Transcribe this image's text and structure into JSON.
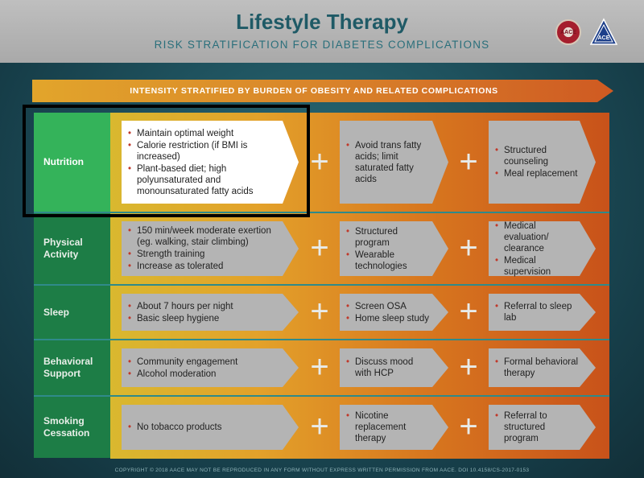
{
  "header": {
    "title": "Lifestyle Therapy",
    "subtitle": "RISK STRATIFICATION FOR DIABETES COMPLICATIONS",
    "logo_aace": "AACE",
    "logo_ace": "ACE"
  },
  "banner": "INTENSITY STRATIFIED BY BURDEN OF OBESITY AND RELATED COMPLICATIONS",
  "rows": [
    {
      "label": "Nutrition",
      "col1": [
        "Maintain optimal weight",
        "Calorie restriction (if BMI is increased)",
        "Plant-based diet; high polyunsaturated and monounsaturated fatty acids"
      ],
      "col2": [
        "Avoid trans fatty acids; limit saturated fatty acids"
      ],
      "col3": [
        "Structured counseling",
        "Meal replacement"
      ]
    },
    {
      "label": "Physical Activity",
      "col1": [
        "150 min/week moderate exertion (eg. walking, stair climbing)",
        "Strength training",
        "Increase as tolerated"
      ],
      "col2": [
        "Structured program",
        "Wearable technologies"
      ],
      "col3": [
        "Medical evaluation/ clearance",
        "Medical supervision"
      ]
    },
    {
      "label": "Sleep",
      "col1": [
        "About 7 hours per night",
        "Basic sleep hygiene"
      ],
      "col2": [
        "Screen OSA",
        "Home sleep study"
      ],
      "col3": [
        "Referral to sleep lab"
      ]
    },
    {
      "label": "Behavioral Support",
      "col1": [
        "Community engagement",
        "Alcohol moderation"
      ],
      "col2": [
        "Discuss mood with HCP"
      ],
      "col3": [
        "Formal behavioral therapy"
      ]
    },
    {
      "label": "Smoking Cessation",
      "col1": [
        "No tobacco products"
      ],
      "col2": [
        "Nicotine replacement therapy"
      ],
      "col3": [
        "Referral to structured program"
      ]
    }
  ],
  "plus_symbol": "+",
  "footer": "COPYRIGHT © 2018 AACE  MAY NOT BE REPRODUCED IN ANY FORM WITHOUT EXPRESS WRITTEN PERMISSION FROM AACE.  DOI 10.4158/CS-2017-0153"
}
